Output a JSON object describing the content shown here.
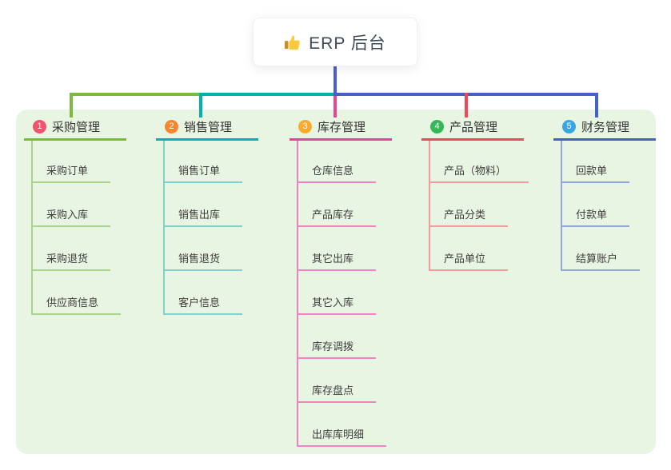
{
  "root": {
    "title": "ERP 后台",
    "icon": "thumbs-up-icon"
  },
  "colors": {
    "connector": "#4a5ed0",
    "panel_background": "#e9f5e3",
    "root_text": "#3e4a5a",
    "thumb_yellow": "#fbc93d",
    "thumb_cuff": "#c98f2a"
  },
  "branches": [
    {
      "index": "1",
      "label": "采购管理",
      "badge_color": "#f4516c",
      "main_color": "#7cb93e",
      "child_color": "#a9d489",
      "children": [
        "采购订单",
        "采购入库",
        "采购退货",
        "供应商信息"
      ]
    },
    {
      "index": "2",
      "label": "销售管理",
      "badge_color": "#f7852e",
      "main_color": "#00b3ae",
      "child_color": "#7fd2c9",
      "children": [
        "销售订单",
        "销售出库",
        "销售退货",
        "客户信息"
      ]
    },
    {
      "index": "3",
      "label": "库存管理",
      "badge_color": "#fbab2c",
      "main_color": "#e8439b",
      "child_color": "#ef83c2",
      "children": [
        "仓库信息",
        "产品库存",
        "其它出库",
        "其它入库",
        "库存调拨",
        "库存盘点",
        "出库库明细"
      ]
    },
    {
      "index": "4",
      "label": "产品管理",
      "badge_color": "#33b757",
      "main_color": "#f0485a",
      "child_color": "#f49b9e",
      "children": [
        "产品（物料）",
        "产品分类",
        "产品单位"
      ]
    },
    {
      "index": "5",
      "label": "财务管理",
      "badge_color": "#3aa6e0",
      "main_color": "#4660c8",
      "child_color": "#93a7dd",
      "children": [
        "回款单",
        "付款单",
        "结算账户"
      ]
    }
  ]
}
